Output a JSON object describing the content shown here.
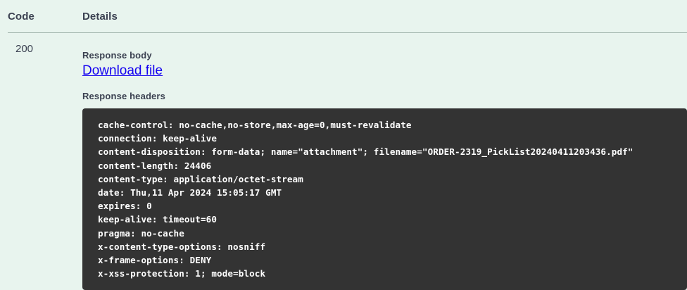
{
  "table": {
    "columns": {
      "code": "Code",
      "details": "Details"
    }
  },
  "response": {
    "status_code": "200",
    "body_label": "Response body",
    "download_link": "Download file",
    "headers_label": "Response headers",
    "headers": [
      "cache-control: no-cache,no-store,max-age=0,must-revalidate",
      "connection: keep-alive",
      "content-disposition: form-data; name=\"attachment\"; filename=\"ORDER-2319_PickList20240411203436.pdf\"",
      "content-length: 24406",
      "content-type: application/octet-stream",
      "date: Thu,11 Apr 2024 15:05:17 GMT",
      "expires: 0",
      "keep-alive: timeout=60",
      "pragma: no-cache",
      "x-content-type-options: nosniff",
      "x-frame-options: DENY",
      "x-xss-protection: 1; mode=block"
    ]
  },
  "colors": {
    "page_background": "#e8f4ee",
    "text_primary": "#3b4151",
    "link": "#1400f0",
    "code_background": "#333333",
    "code_text": "#ffffff",
    "divider": "#9fb3ab"
  }
}
